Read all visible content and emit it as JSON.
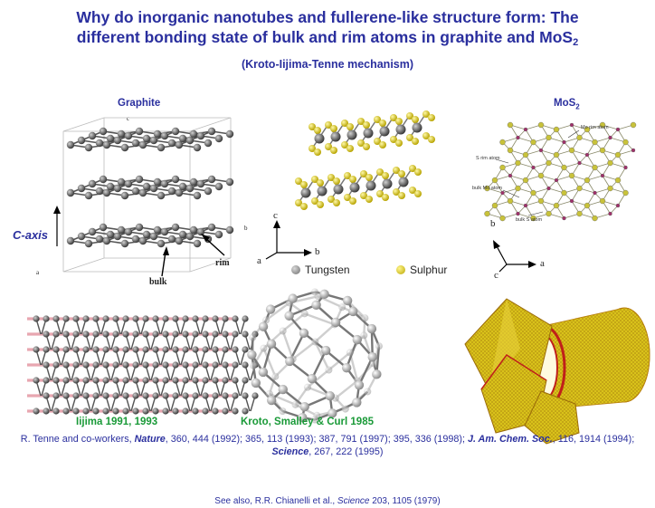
{
  "title": {
    "line1": "Why do inorganic nanotubes and fullerene-like structure form: The",
    "line2_main": "different bonding state of bulk and rim atoms in graphite and MoS",
    "line2_sub": "2"
  },
  "subtitle": "(Kroto-Iijima-Tenne mechanism)",
  "graphite_panel": {
    "heading": "Graphite",
    "c_axis_label": "C-axis",
    "rim_label": "rim",
    "bulk_label": "bulk",
    "corner_a": "a",
    "corner_c": "c"
  },
  "ws2_panel": {
    "axis_c": "c",
    "axis_a": "a",
    "axis_b": "b",
    "corner_b": "b",
    "legend_tungsten": "Tungsten",
    "legend_sulphur": "Sulphur",
    "tungsten_color": "#8a8a8a",
    "sulphur_color": "#e6d21a"
  },
  "mos2_panel": {
    "heading_main": "MoS",
    "heading_sub": "2",
    "mo_rim_label": "Mo rim atom",
    "s_rim_label": "S rim atom",
    "bulk_mo_label": "bulk Mo atom",
    "bulk_s_label": "bulk S atom",
    "axis_b": "b",
    "axis_c": "c",
    "axis_a": "a"
  },
  "captions": {
    "iijima": "Iijima 1991, 1993",
    "kroto": "Kroto, Smalley & Curl 1985"
  },
  "references": {
    "r1": "R. Tenne and co-workers, ",
    "nature": "Nature",
    "r2": ", 360, 444 (1992); 365, 113 (1993); 387, 791 (1997); 395, 336 (1998); ",
    "jam": "J. Am. Chem. Soc.",
    "r3": ", 116, 1914 (1994); ",
    "science": "Science",
    "r4": ", 267, 222 (1995)"
  },
  "see_also": {
    "prefix": "See also, R.R. Chianelli et al., ",
    "journal": "Science",
    "suffix": " 203, 1105 (1979)"
  }
}
